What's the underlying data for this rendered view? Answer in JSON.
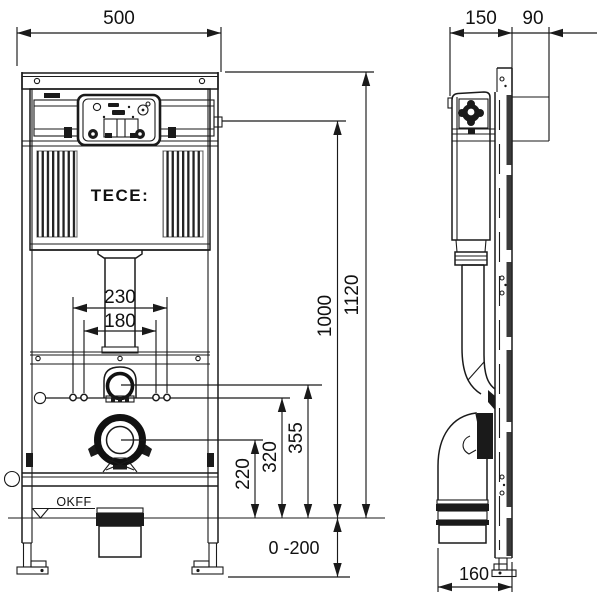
{
  "brand": {
    "logo": "TECE:"
  },
  "annotations": {
    "floor_level": "OKFF"
  },
  "dims": {
    "front_width": "500",
    "frame_depth": "150",
    "wall_depth": "90",
    "total_height": "1120",
    "flush_unit_height": "1000",
    "outer_bolt_spacing": "230",
    "inner_bolt_spacing": "180",
    "water_connection_height": "355",
    "fixing_bolt_height": "320",
    "drain_center_height": "220",
    "foot_adjustment_range": "0 -200",
    "drain_pipe_depth": "160"
  }
}
